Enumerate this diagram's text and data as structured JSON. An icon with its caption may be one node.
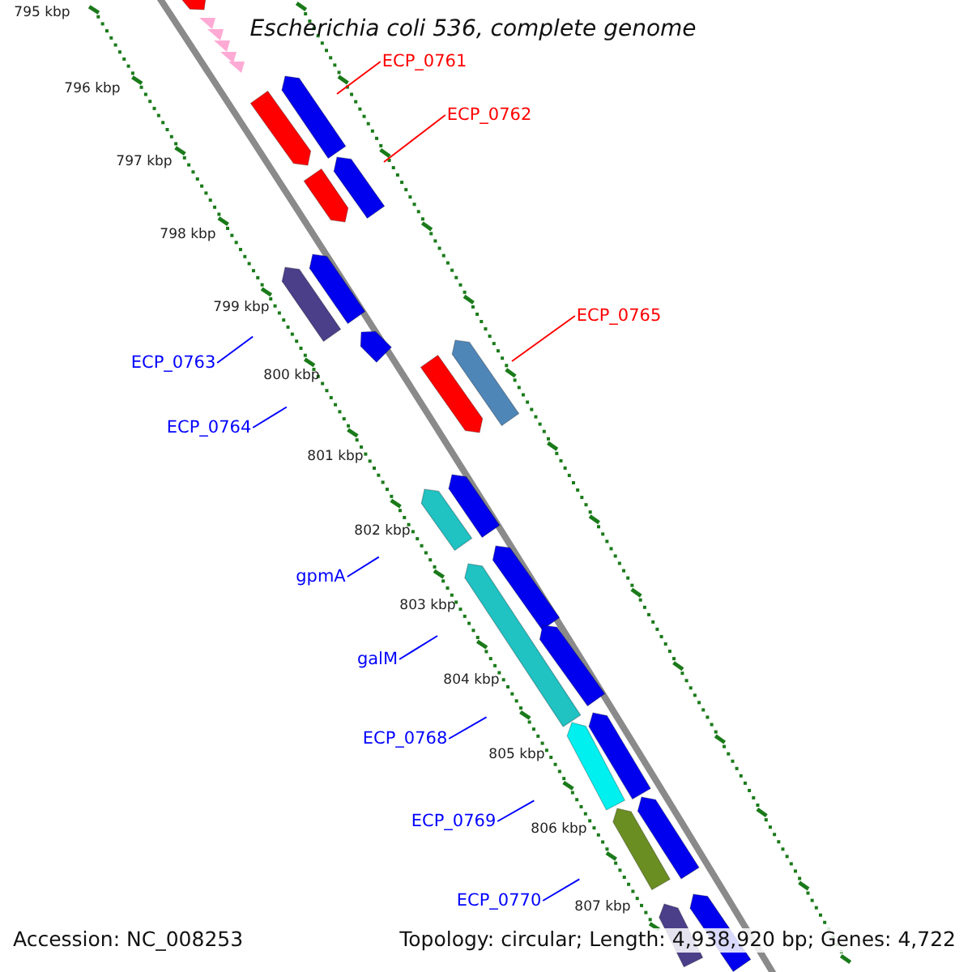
{
  "diagram": {
    "title": "Escherichia coli 536, complete genome",
    "nodes": [
      {
        "text": [
          "ECP_0761"
        ]
      },
      {
        "text": [
          "ECP_0762"
        ]
      },
      {
        "text": [
          "ECP_0765"
        ]
      },
      {
        "text": [
          "ECP_0763"
        ]
      },
      {
        "text": [
          "ECP_0764"
        ]
      },
      {
        "text": [
          "gpmA"
        ]
      },
      {
        "text": [
          "galM"
        ]
      },
      {
        "text": [
          "ECP_0768"
        ]
      },
      {
        "text": [
          "ECP_0769"
        ]
      },
      {
        "text": [
          "ECP_0770"
        ]
      }
    ],
    "edges": [
      {
        "from": 0,
        "to": null,
        "arrow": "none",
        "color": "#ff0000"
      },
      {
        "from": 1,
        "to": null,
        "arrow": "none",
        "color": "#ff0000"
      },
      {
        "from": 2,
        "to": null,
        "arrow": "none",
        "color": "#ff0000"
      },
      {
        "from": 3,
        "to": null,
        "arrow": "none"
      },
      {
        "from": 4,
        "to": null,
        "arrow": "none"
      },
      {
        "from": 5,
        "to": null,
        "arrow": "none"
      },
      {
        "from": 6,
        "to": null,
        "arrow": "none"
      },
      {
        "from": 7,
        "to": null,
        "arrow": "none"
      },
      {
        "from": 8,
        "to": null,
        "arrow": "none"
      },
      {
        "from": 9,
        "to": null,
        "arrow": "none"
      }
    ],
    "labels": [
      "795 kbp",
      "796 kbp",
      "797 kbp",
      "798 kbp",
      "799 kbp",
      "800 kbp",
      "801 kbp",
      "802 kbp",
      "803 kbp",
      "804 kbp",
      "805 kbp",
      "806 kbp",
      "807 kbp",
      "Accession: NC_008253",
      "Topology: circular; Length: 4,938,920 bp; Genes: 4,722"
    ]
  }
}
